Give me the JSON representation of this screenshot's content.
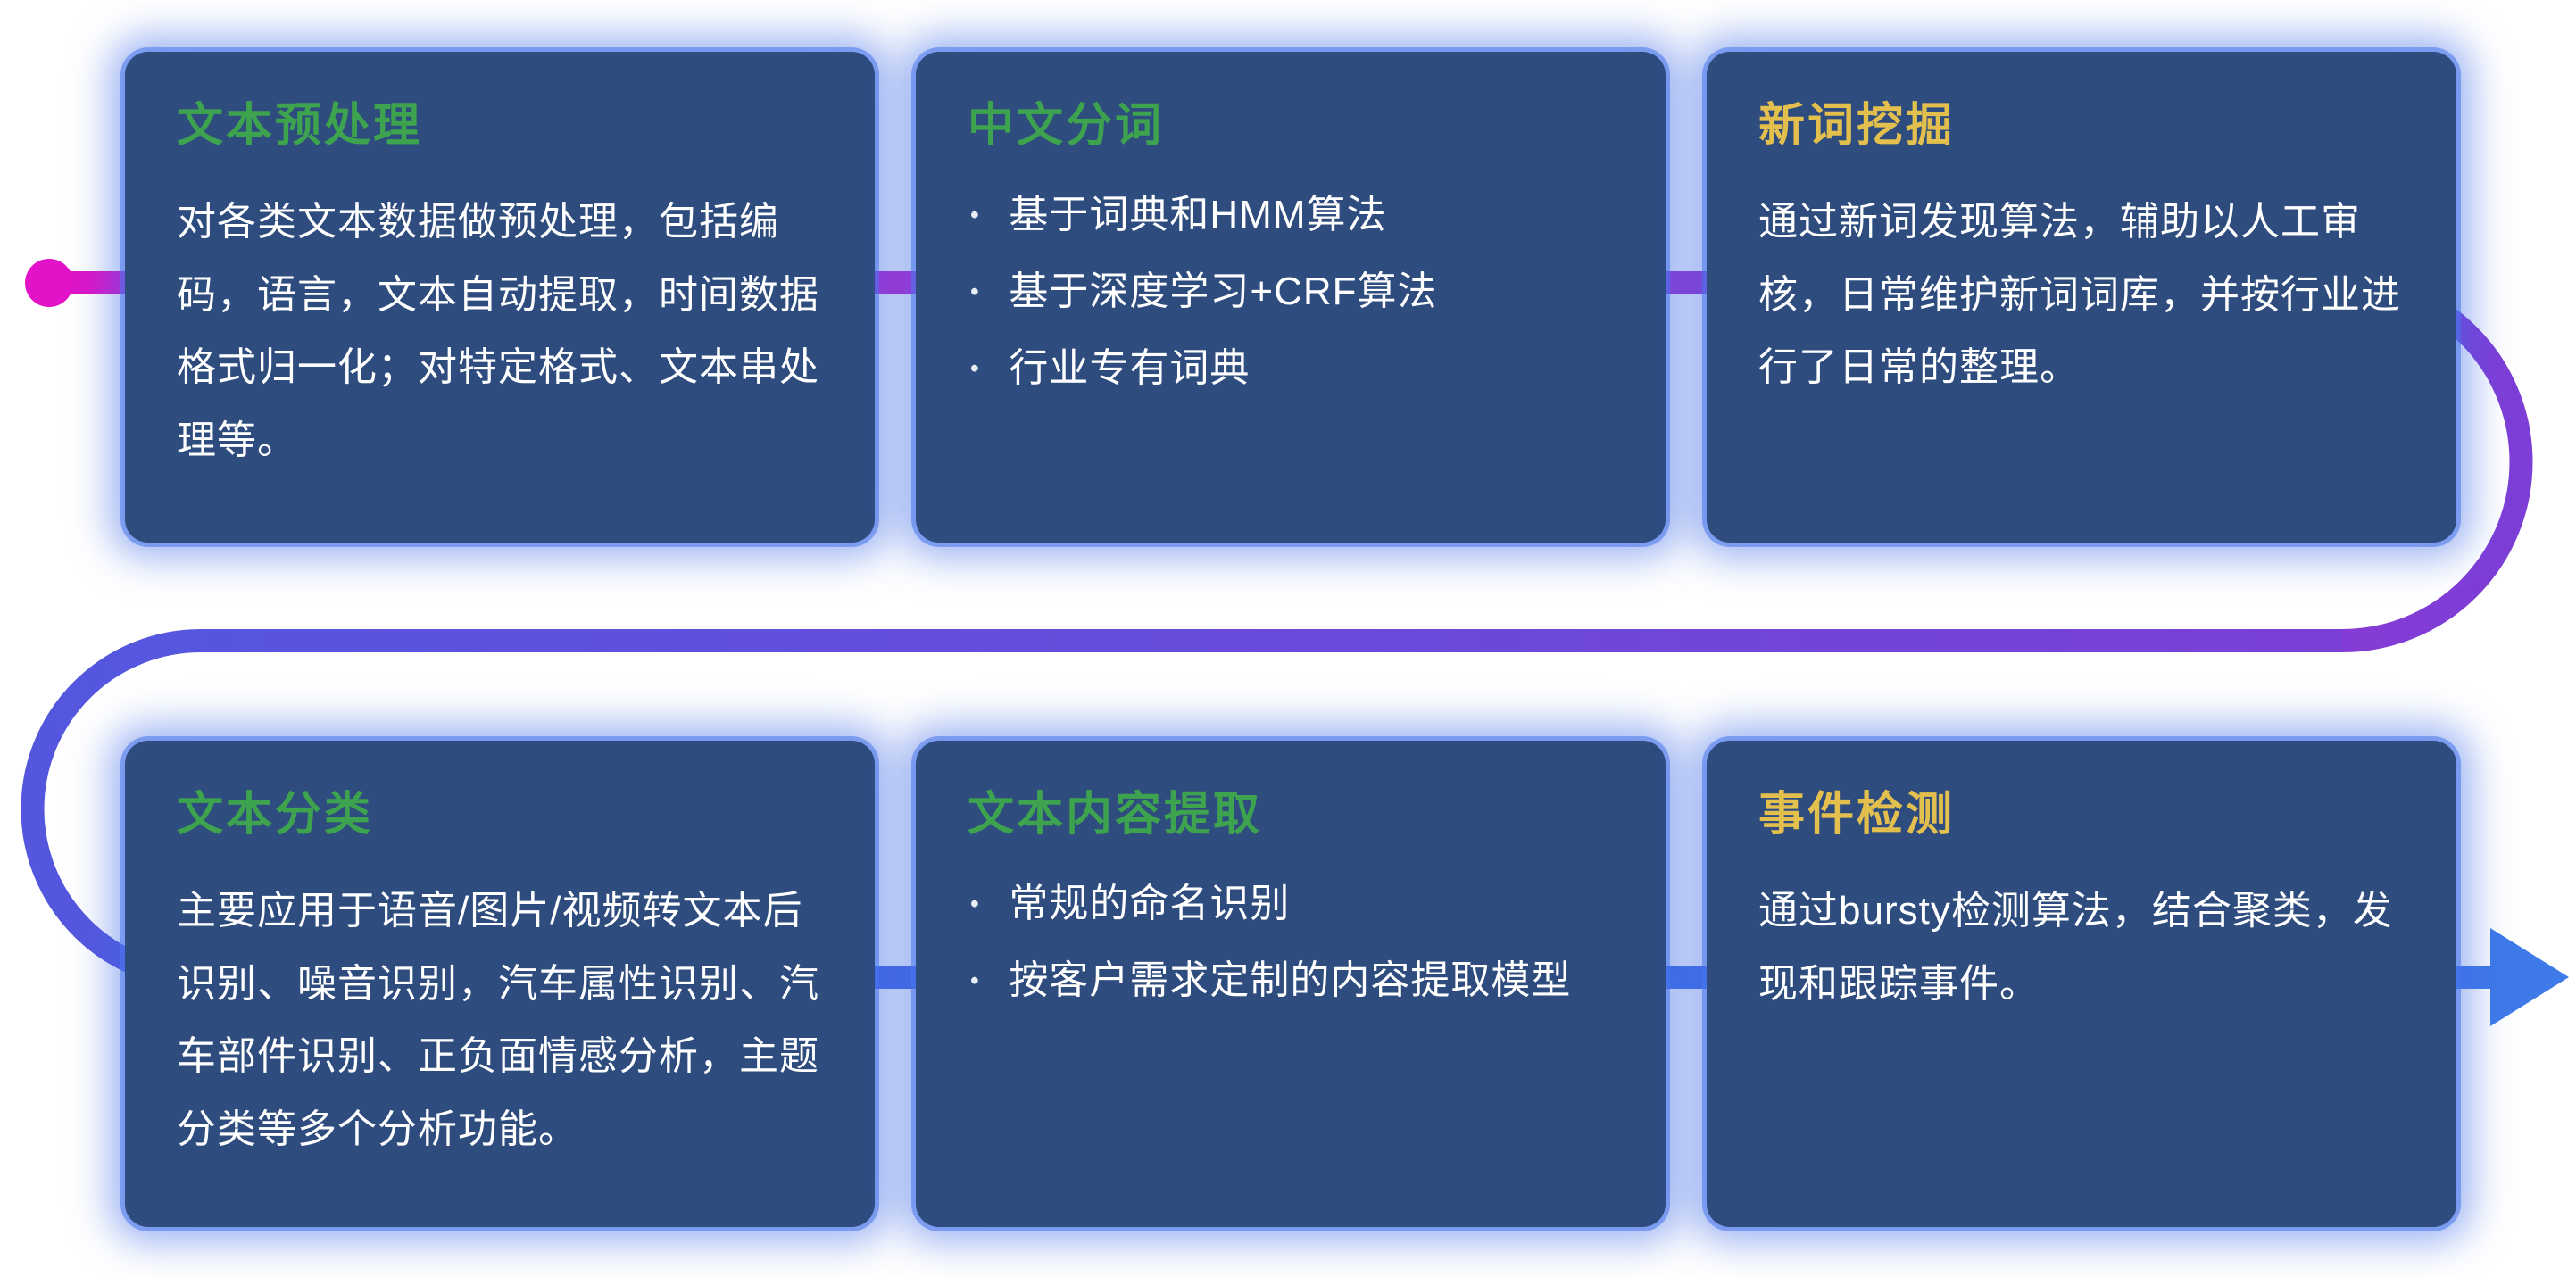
{
  "ui": {
    "bullet_char": "•"
  },
  "colors": {
    "card_background": "#2e4c7e",
    "card_glow": "#3e6ce8",
    "title_green": "#3ea34e",
    "title_yellow": "#e3bf4e",
    "body_text": "#ffffff",
    "flow_start_magenta": "#e212c8",
    "flow_mid_purple": "#7d3ed6",
    "flow_end_blue": "#3f7ae9"
  },
  "flow": {
    "start_marker": "dot",
    "end_marker": "arrow-right"
  },
  "cards": [
    {
      "id": "text-preprocessing",
      "title": "文本预处理",
      "title_color": "#3ea34e",
      "body": "对各类文本数据做预处理，包括编码，语言，文本自动提取，时间数据格式归一化；对特定格式、文本串处理等。"
    },
    {
      "id": "chinese-word-segmentation",
      "title": "中文分词",
      "title_color": "#3ea34e",
      "bullets": [
        "基于词典和HMM算法",
        "基于深度学习+CRF算法",
        "行业专有词典"
      ]
    },
    {
      "id": "new-word-mining",
      "title": "新词挖掘",
      "title_color": "#e3bf4e",
      "body": "通过新词发现算法，辅助以人工审核，日常维护新词词库，并按行业进行了日常的整理。"
    },
    {
      "id": "text-classification",
      "title": "文本分类",
      "title_color": "#3ea34e",
      "body": "主要应用于语音/图片/视频转文本后识别、噪音识别，汽车属性识别、汽车部件识别、正负面情感分析，主题分类等多个分析功能。"
    },
    {
      "id": "text-content-extraction",
      "title": "文本内容提取",
      "title_color": "#3ea34e",
      "bullets": [
        "常规的命名识别",
        "按客户需求定制的内容提取模型"
      ]
    },
    {
      "id": "event-detection",
      "title": "事件检测",
      "title_color": "#e3bf4e",
      "body": "通过bursty检测算法，结合聚类，发现和跟踪事件。"
    }
  ]
}
